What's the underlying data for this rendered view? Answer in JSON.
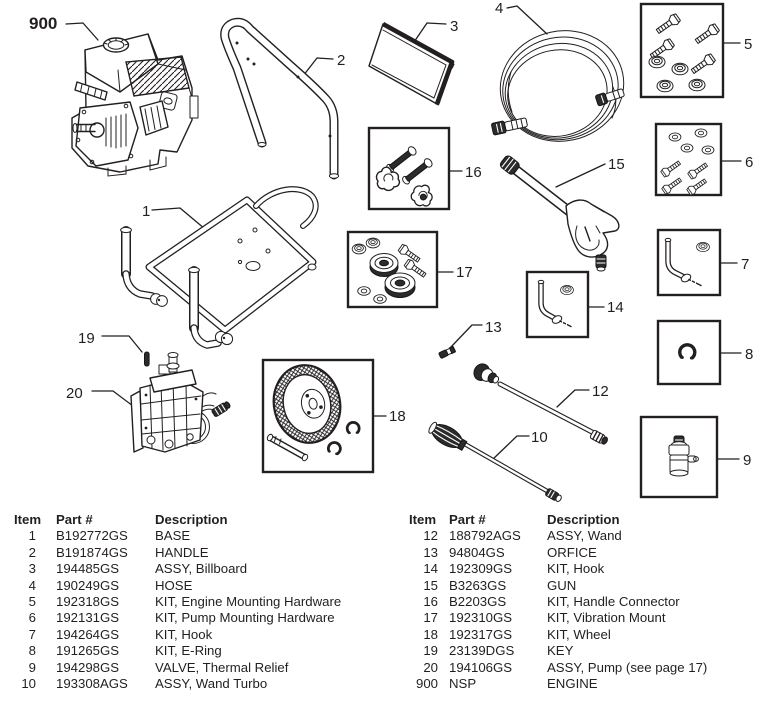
{
  "page": {
    "background": "#ffffff",
    "line_color": "#231f20"
  },
  "callouts": {
    "n900": "900",
    "n1": "1",
    "n2": "2",
    "n3": "3",
    "n4": "4",
    "n5": "5",
    "n6": "6",
    "n7": "7",
    "n8": "8",
    "n9": "9",
    "n10": "10",
    "n12": "12",
    "n13": "13",
    "n14": "14",
    "n15": "15",
    "n16": "16",
    "n17": "17",
    "n18": "18",
    "n19": "19",
    "n20": "20"
  },
  "tables": {
    "left": {
      "headers": {
        "item": "Item",
        "part": "Part #",
        "desc": "Description"
      },
      "rows": [
        {
          "item": "1",
          "part": "B192772GS",
          "desc": "BASE"
        },
        {
          "item": "2",
          "part": "B191874GS",
          "desc": "HANDLE"
        },
        {
          "item": "3",
          "part": "194485GS",
          "desc": "ASSY, Billboard"
        },
        {
          "item": "4",
          "part": "190249GS",
          "desc": "HOSE"
        },
        {
          "item": "5",
          "part": "192318GS",
          "desc": "KIT, Engine Mounting Hardware"
        },
        {
          "item": "6",
          "part": "192131GS",
          "desc": "KIT, Pump Mounting Hardware"
        },
        {
          "item": "7",
          "part": "194264GS",
          "desc": "KIT, Hook"
        },
        {
          "item": "8",
          "part": "191265GS",
          "desc": "KIT, E-Ring"
        },
        {
          "item": "9",
          "part": "194298GS",
          "desc": "VALVE, Thermal Relief"
        },
        {
          "item": "10",
          "part": "193308AGS",
          "desc": "ASSY, Wand Turbo"
        }
      ]
    },
    "right": {
      "headers": {
        "item": "Item",
        "part": "Part #",
        "desc": "Description"
      },
      "rows": [
        {
          "item": "12",
          "part": "188792AGS",
          "desc": "ASSY, Wand"
        },
        {
          "item": "13",
          "part": "94804GS",
          "desc": "ORFICE"
        },
        {
          "item": "14",
          "part": "192309GS",
          "desc": "KIT, Hook"
        },
        {
          "item": "15",
          "part": "B3263GS",
          "desc": "GUN"
        },
        {
          "item": "16",
          "part": "B2203GS",
          "desc": "KIT, Handle Connector"
        },
        {
          "item": "17",
          "part": "192310GS",
          "desc": "KIT, Vibration Mount"
        },
        {
          "item": "18",
          "part": "192317GS",
          "desc": "KIT, Wheel"
        },
        {
          "item": "19",
          "part": "23139DGS",
          "desc": "KEY"
        },
        {
          "item": "20",
          "part": "194106GS",
          "desc": "ASSY, Pump (see page 17)"
        },
        {
          "item": "900",
          "part": "NSP",
          "desc": "ENGINE"
        }
      ]
    }
  }
}
